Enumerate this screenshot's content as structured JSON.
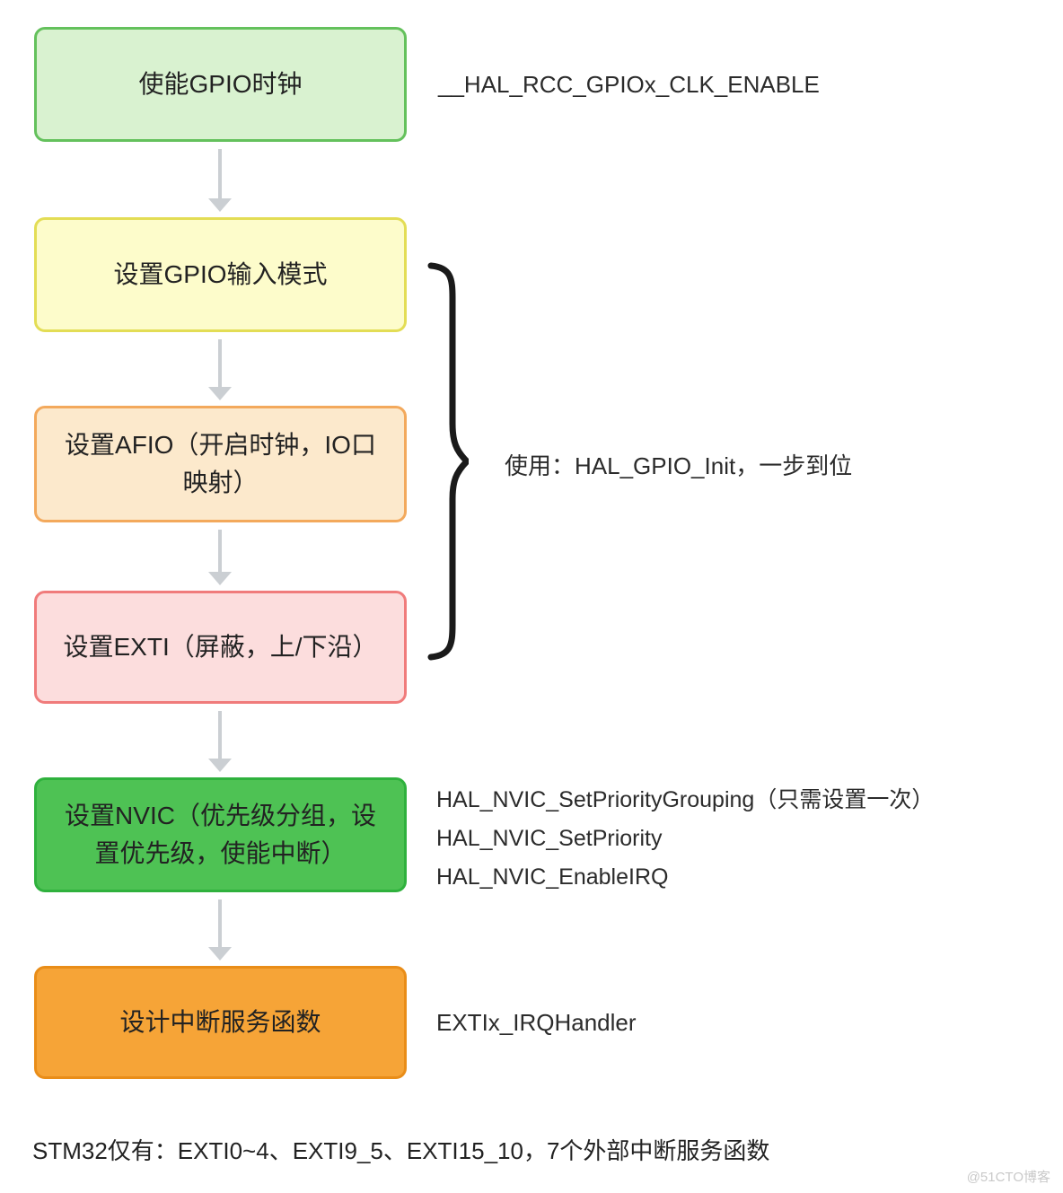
{
  "flow": {
    "boxes": [
      {
        "id": "gpio-clock",
        "label": "使能GPIO时钟",
        "annotation": "__HAL_RCC_GPIOx_CLK_ENABLE"
      },
      {
        "id": "gpio-input-mode",
        "label": "设置GPIO输入模式"
      },
      {
        "id": "afio",
        "label": "设置AFIO（开启时钟，IO口\n映射）"
      },
      {
        "id": "exti",
        "label": "设置EXTI（屏蔽，上/下沿）"
      },
      {
        "id": "nvic",
        "label": "设置NVIC（优先级分组，设\n置优先级，使能中断）",
        "annotations": [
          "HAL_NVIC_SetPriorityGrouping（只需设置一次）",
          "HAL_NVIC_SetPriority",
          "HAL_NVIC_EnableIRQ"
        ]
      },
      {
        "id": "irq-handler",
        "label": "设计中断服务函数",
        "annotation": "EXTIx_IRQHandler"
      }
    ],
    "brace_note": "使用：HAL_GPIO_Init，一步到位",
    "footer": "STM32仅有：EXTI0~4、EXTI9_5、EXTI15_10，7个外部中断服务函数",
    "watermark": "@51CTO博客"
  },
  "colors": {
    "box_gpio_clock_bg": "#d9f2d0",
    "box_gpio_clock_border": "#64c15c",
    "box_input_mode_bg": "#fdfccb",
    "box_input_mode_border": "#e3dd55",
    "box_afio_bg": "#fce9cc",
    "box_afio_border": "#f3a95c",
    "box_exti_bg": "#fcdddd",
    "box_exti_border": "#f07b7b",
    "box_nvic_bg": "#4ec254",
    "box_nvic_border": "#2fb13d",
    "box_irq_bg": "#f6a437",
    "box_irq_border": "#e98d18",
    "arrow": "#cbcfd3",
    "brace": "#1a1a1a",
    "text": "#222222",
    "watermark": "#c9c9c9"
  }
}
